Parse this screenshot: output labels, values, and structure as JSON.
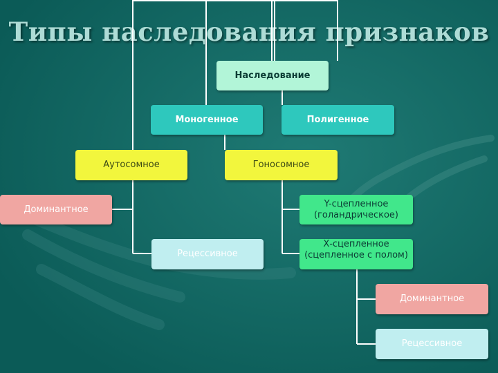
{
  "title": "Типы наследования признаков",
  "colors": {
    "background": "#0b5b57",
    "title": "#aedcd6",
    "line": "#ffffff",
    "root": "#b2f5d8",
    "level1": "#2ec8bd",
    "level2": "#f2f63d",
    "dominant": "#f0a6a2",
    "recessive": "#c0eef0",
    "linked": "#41e78b"
  },
  "nodes": {
    "root": "Наследование",
    "monogenic": "Моногенное",
    "polygenic": "Полигенное",
    "autosomal": "Аутосомное",
    "gonosomal": "Гоносомное",
    "autosomal_dominant": "Доминантное",
    "autosomal_recessive": "Рецессивное",
    "y_linked": "Y-сцепленное (голандрическое)",
    "x_linked": "Х-сцепленное (сцепленное с полом)",
    "x_dominant": "Доминантное",
    "x_recessive": "Рецессивное"
  }
}
